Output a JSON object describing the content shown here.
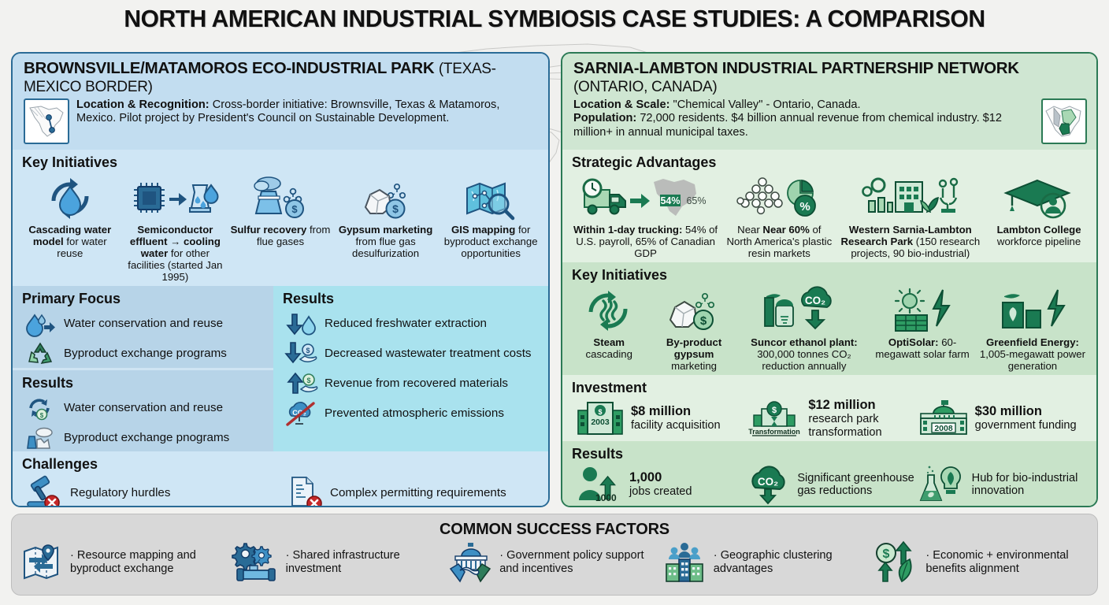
{
  "title": "NORTH AMERICAN INDUSTRIAL SYMBIOSIS CASE STUDIES: A COMPARISON",
  "colors": {
    "blue_accent": "#2a6b96",
    "blue_panel": "#cfe4f3",
    "blue_band_light": "#cfe6f5",
    "blue_band_mid": "#b7d4e8",
    "cyan_band": "#a9e2ee",
    "green_accent": "#2b7a55",
    "green_panel": "#d7ead8",
    "green_band_mid": "#c8e3c9",
    "green_band_light": "#e2f0e2",
    "footer_bg": "#d8d8d8",
    "page_bg": "#f2f2f0"
  },
  "map": {
    "icon": "north-america-map-icon",
    "markers": [
      {
        "name": "brownsville-matamoros-star",
        "color": "#1f5fa0"
      },
      {
        "name": "sarnia-lambton-star",
        "color": "#1a7a52"
      }
    ]
  },
  "left_panel": {
    "title_main": "BROWNSVILLE/MATAMOROS ECO-INDUSTRIAL PARK",
    "title_sub": "(TEXAS-MEXICO BORDER)",
    "minimap_icon": "mexico-texas-map-icon",
    "header_label": "Location & Recognition:",
    "header_text": " Cross-border initiative: Brownsville, Texas & Matamoros, Mexico. Pilot project by President's Council on Sustainable Development.",
    "key_initiatives": {
      "heading": "Key Initiatives",
      "items": [
        {
          "icon": "water-cycle-droplet-icon",
          "bold": "Cascading water model",
          "rest": " for water reuse"
        },
        {
          "icon": "semiconductor-chip-to-cooling-tower-icon",
          "bold": "Semiconductor effluent → cooling water",
          "rest": " for other facilities (started Jan 1995)"
        },
        {
          "icon": "smokestack-sulfur-dollar-icon",
          "bold": "Sulfur recovery",
          "rest": " from flue gases"
        },
        {
          "icon": "gypsum-rock-dollar-icon",
          "bold": "Gypsum marketing",
          "rest": " from flue gas desulfurization"
        },
        {
          "icon": "gis-map-magnifier-icon",
          "bold": "GIS mapping",
          "rest": " for byproduct exchange opportunities"
        }
      ]
    },
    "primary_focus": {
      "heading": "Primary Focus",
      "items": [
        {
          "icon": "water-droplet-arrow-icon",
          "text": "Water conservation and reuse"
        },
        {
          "icon": "recycle-arrows-icon",
          "text": "Byproduct exchange programs"
        }
      ]
    },
    "results_left": {
      "heading": "Results",
      "items": [
        {
          "icon": "water-recycle-dollar-icon",
          "text": "Water conservation and reuse"
        },
        {
          "icon": "factory-cloud-icon",
          "text": "Byproduct exchange pnograms"
        }
      ]
    },
    "results_right": {
      "heading": "Results",
      "items": [
        {
          "icon": "down-arrow-droplet-icon",
          "text": "Reduced freshwater extraction"
        },
        {
          "icon": "down-arrow-money-hand-icon",
          "text": "Decreased wastewater treatment costs"
        },
        {
          "icon": "up-arrow-money-hand-icon",
          "text": "Revenue from recovered materials"
        },
        {
          "icon": "no-co2-cloud-icon",
          "text": "Prevented atmospheric emissions"
        }
      ]
    },
    "challenges": {
      "heading": "Challenges",
      "items": [
        {
          "icon": "gavel-blocked-icon",
          "text": "Regulatory hurdles"
        },
        {
          "icon": "document-blocked-icon",
          "text": "Complex permitting requirements"
        }
      ]
    }
  },
  "right_panel": {
    "title_main": "SARNIA-LAMBTON INDUSTRIAL PARTNERSHIP NETWORK",
    "title_sub": "(ONTARIO, CANADA)",
    "minimap_icon": "ontario-map-icon",
    "header_line1_label": "Location & Scale:",
    "header_line1_text": " \"Chemical Valley\" - Ontario, Canada.",
    "header_line2_label": "Population:",
    "header_line2_text": " 72,000 residents. $4 billion annual revenue from chemical industry. $12 million+ in annual municipal taxes.",
    "strategic_advantages": {
      "heading": "Strategic Advantages",
      "items": [
        {
          "icon": "truck-clock-map-icon",
          "badge_a": "54%",
          "badge_b": "65%",
          "bold": "Within 1-day trucking:",
          "rest": " 54% of U.S. payroll, 65% of Canadian GDP"
        },
        {
          "icon": "plastic-resin-pellets-pie-percent-icon",
          "bold": "Near 60%",
          "rest": " of North America's plastic resin markets"
        },
        {
          "icon": "research-park-lab-building-icon",
          "bold": "Western Sarnia-Lambton Research Park",
          "rest": " (150 research projects, 90 bio-industrial)"
        },
        {
          "icon": "graduation-cap-person-icon",
          "bold": "Lambton College",
          "rest": " workforce pipeline"
        }
      ]
    },
    "key_initiatives": {
      "heading": "Key Initiatives",
      "items": [
        {
          "icon": "steam-cascade-arrows-icon",
          "bold": "Steam",
          "rest": " cascading"
        },
        {
          "icon": "gypsum-rock-dollar-green-icon",
          "bold": "By-product gypsum",
          "rest": " marketing"
        },
        {
          "icon": "ethanol-plant-co2-down-icon",
          "bold": "Suncor ethanol plant:",
          "rest": " 300,000 tonnes CO₂ reduction annually"
        },
        {
          "icon": "solar-panel-sun-bolt-icon",
          "bold": "OptiSolar:",
          "rest": " 60-megawatt solar farm"
        },
        {
          "icon": "green-power-plant-bolt-icon",
          "bold": "Greenfield Energy:",
          "rest": " 1,005-megawatt power generation"
        }
      ]
    },
    "investment": {
      "heading": "Investment",
      "items": [
        {
          "icon": "facility-building-2003-icon",
          "badge": "2003",
          "amount": "$8 million",
          "desc": "facility acquisition"
        },
        {
          "icon": "transformation-money-icon",
          "badge": "Transformation",
          "amount": "$12 million",
          "desc": "research park transformation"
        },
        {
          "icon": "government-building-2008-icon",
          "badge": "2008",
          "amount": "$30 million",
          "desc": "government funding"
        }
      ]
    },
    "results": {
      "heading": "Results",
      "items": [
        {
          "icon": "person-jobs-up-arrow-icon",
          "badge": "1000",
          "amount": "1,000",
          "desc": "jobs created"
        },
        {
          "icon": "co2-cloud-down-arrow-icon",
          "amount": "",
          "desc": "Significant greenhouse gas reductions"
        },
        {
          "icon": "flask-lightbulb-leaf-icon",
          "amount": "",
          "desc": "Hub for bio-industrial innovation"
        }
      ]
    }
  },
  "footer": {
    "title": "COMMON SUCCESS FACTORS",
    "items": [
      {
        "icon": "map-pin-exchange-icon",
        "text": "· Resource mapping and byproduct exchange"
      },
      {
        "icon": "gears-pipe-icon",
        "text": "· Shared infrastructure investment"
      },
      {
        "icon": "capitol-handshake-icon",
        "text": "· Government policy support and incentives"
      },
      {
        "icon": "people-buildings-cluster-icon",
        "text": "· Geographic clustering advantages"
      },
      {
        "icon": "dollar-leaf-arrows-icon",
        "text": "· Economic + environmental benefits alignment"
      }
    ]
  }
}
